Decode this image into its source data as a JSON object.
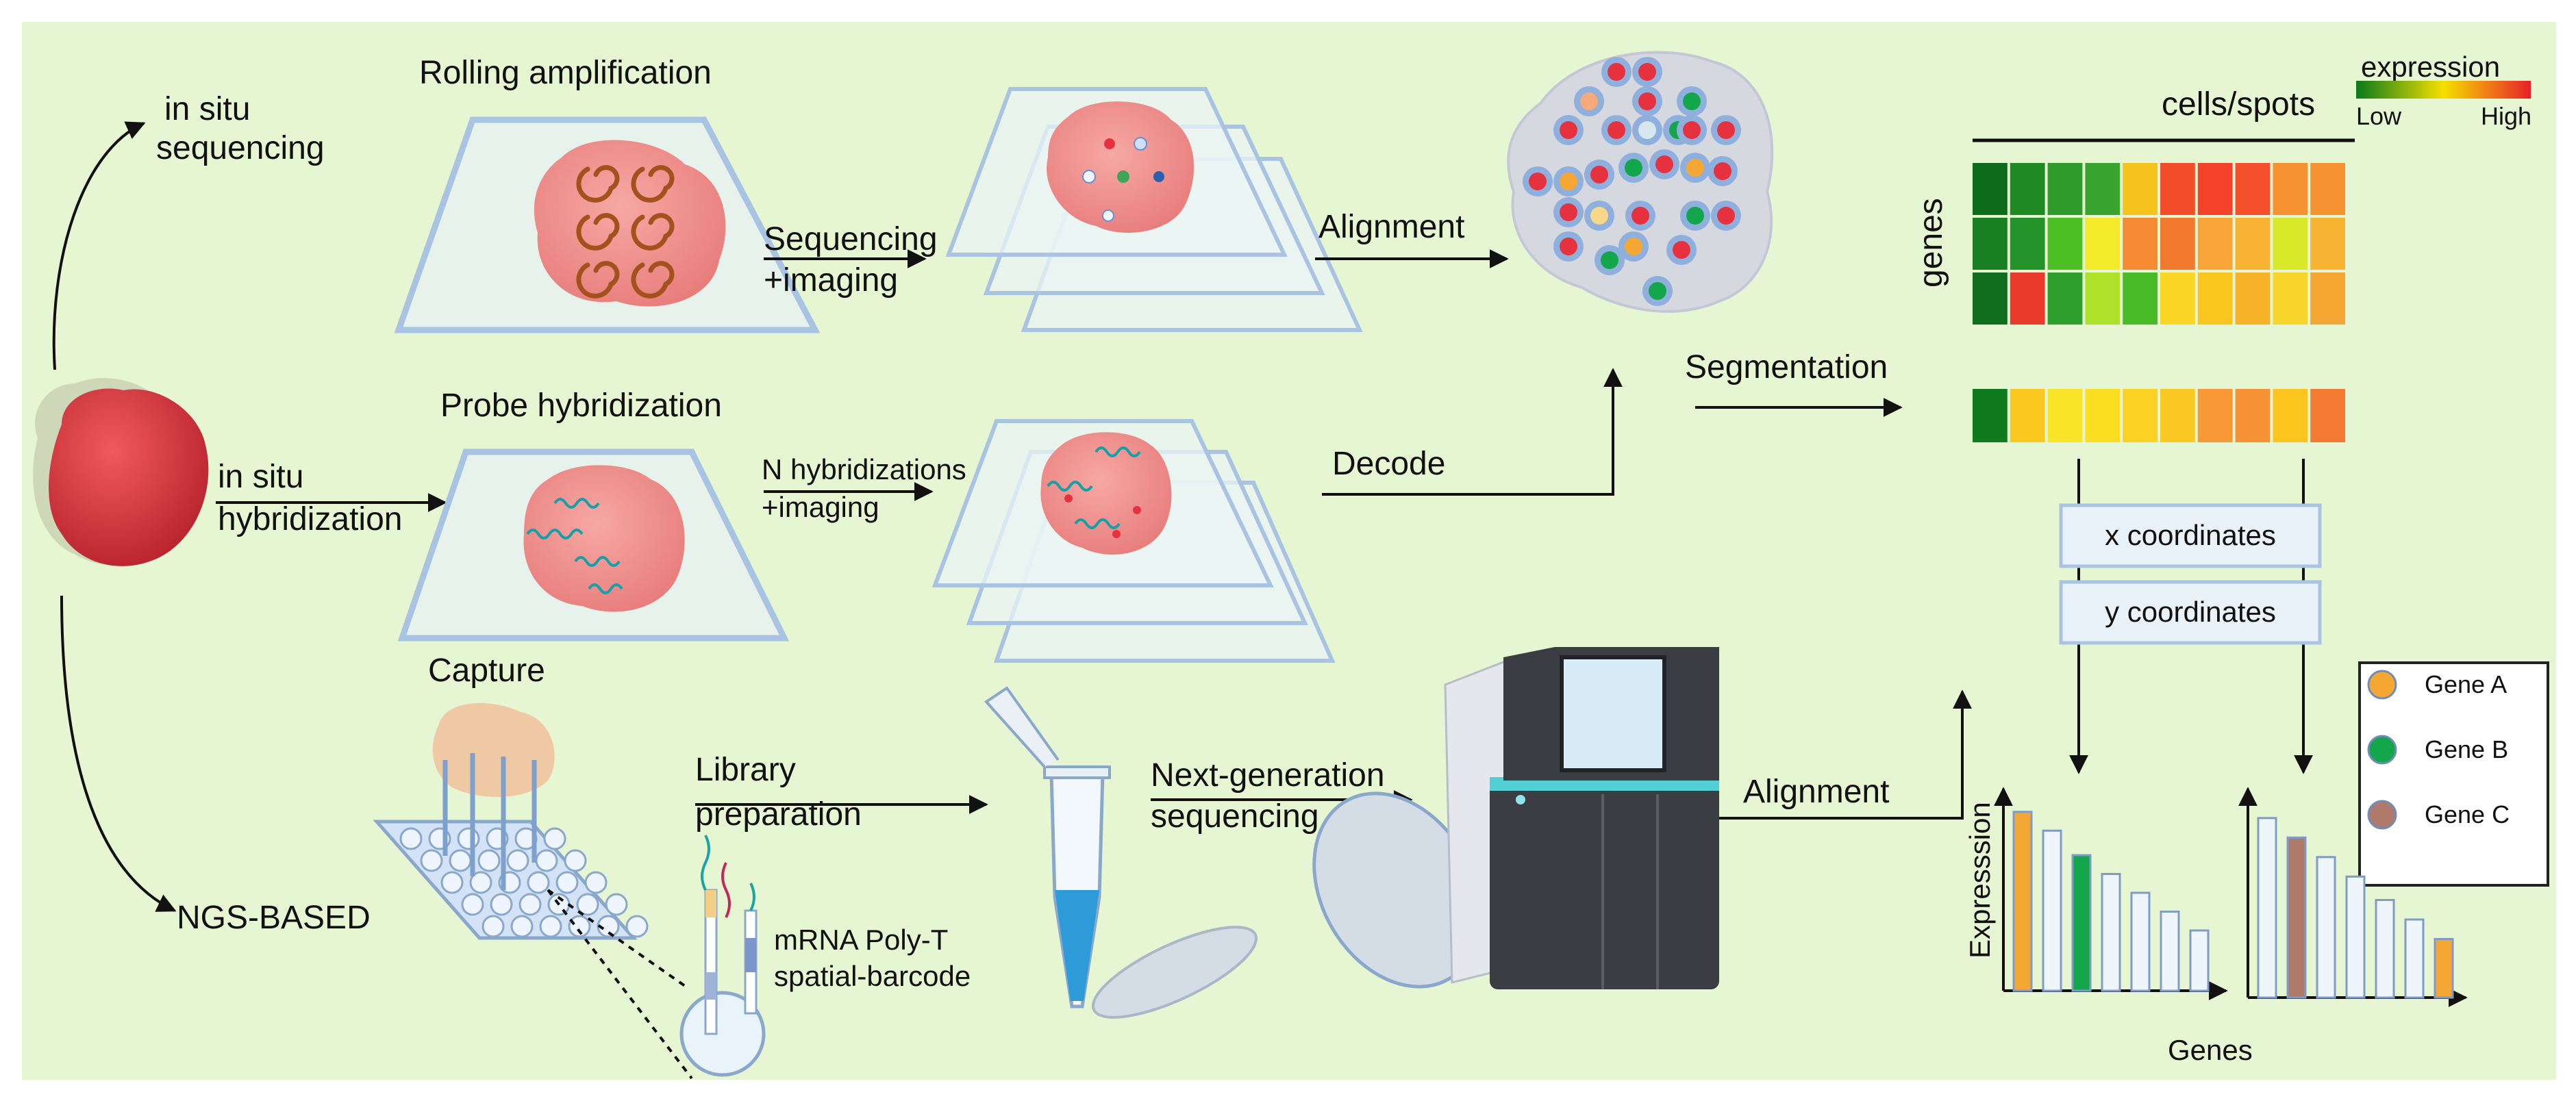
{
  "labels": {
    "in_situ_sequencing": [
      "in situ",
      "sequencing"
    ],
    "in_situ_hybridization": [
      "in situ",
      "hybridization"
    ],
    "ngs_based": "NGS-BASED",
    "rolling_amplification": "Rolling amplification",
    "probe_hybridization": "Probe hybridization",
    "capture": "Capture",
    "sequencing_imaging": [
      "Sequencing",
      "+imaging"
    ],
    "n_hybridizations": [
      "N hybridizations",
      "+imaging"
    ],
    "alignment_top": "Alignment",
    "decode": "Decode",
    "segmentation": "Segmentation",
    "library_preparation": [
      "Library",
      "preparation"
    ],
    "ngs": [
      "Next-generation",
      "sequencing"
    ],
    "alignment_bottom": "Alignment",
    "mrna_barcode": [
      "mRNA Poly-T",
      "spatial-barcode"
    ],
    "cells_spots": "cells/spots",
    "genes_axis": "genes",
    "x_coordinates": "x coordinates",
    "y_coordinates": "y coordinates",
    "expression_y": "Expresssion",
    "genes_x": "Genes"
  },
  "expression_legend": {
    "title": "expression",
    "low": "Low",
    "high": "High",
    "colors": [
      "#0a7a1a",
      "#f6e000",
      "#e8202a"
    ]
  },
  "gene_legend": [
    {
      "label": "Gene A",
      "color": "#f5a733"
    },
    {
      "label": "Gene B",
      "color": "#13a64a"
    },
    {
      "label": "Gene C",
      "color": "#b07a6a"
    }
  ],
  "heatmap": {
    "rows": [
      [
        "#0d6b1c",
        "#1f8a22",
        "#2f9b2a",
        "#3aa52e",
        "#f6c21e",
        "#f14d2b",
        "#f2432a",
        "#f4502c",
        "#f79232",
        "#f79332"
      ],
      [
        "#1a7f22",
        "#24932a",
        "#4cc024",
        "#f2ea2a",
        "#f58a32",
        "#f27a30",
        "#f9a538",
        "#f8b234",
        "#d8e82a",
        "#f6b432"
      ],
      [
        "#0f6d1b",
        "#ea3a2c",
        "#2f9f2c",
        "#aee22a",
        "#48bb28",
        "#fbd624",
        "#f9c61f",
        "#f6b32a",
        "#f7d52a",
        "#f5a531"
      ]
    ],
    "spot_row": [
      "#107a1e",
      "#fbc81f",
      "#f9e42a",
      "#fbdd22",
      "#fbd124",
      "#fbc924",
      "#f89836",
      "#f79236",
      "#fbc41f",
      "#f27a32"
    ]
  },
  "bar_charts": [
    {
      "values": [
        0.95,
        0.85,
        0.72,
        0.62,
        0.52,
        0.42,
        0.32
      ],
      "fills": [
        "#f5a733",
        "#eef6fb",
        "#13a64a",
        "#eef6fb",
        "#eef6fb",
        "#eef6fb",
        "#eef6fb"
      ]
    },
    {
      "values": [
        0.92,
        0.82,
        0.72,
        0.62,
        0.5,
        0.4,
        0.3
      ],
      "fills": [
        "#eef6fb",
        "#b07a6a",
        "#eef6fb",
        "#eef6fb",
        "#eef6fb",
        "#eef6fb",
        "#f5a733"
      ]
    }
  ]
}
